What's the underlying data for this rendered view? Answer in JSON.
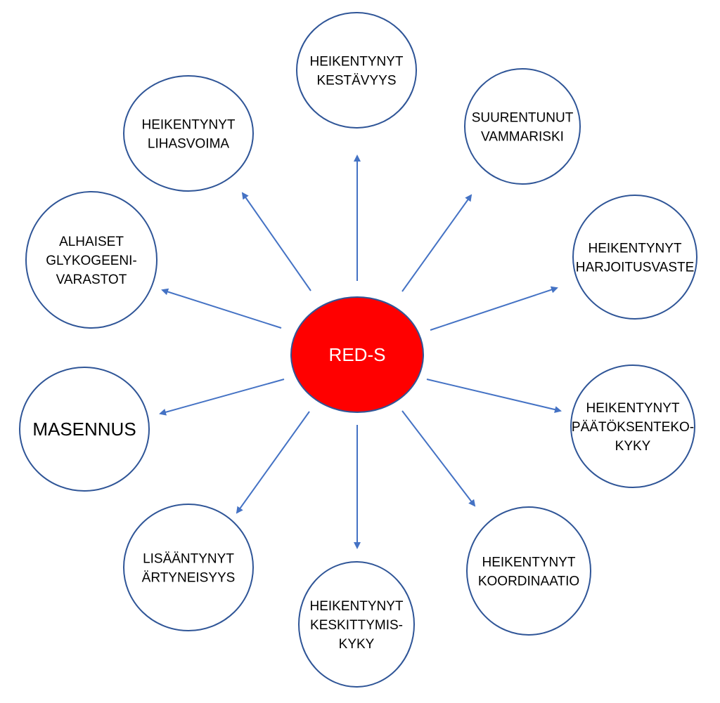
{
  "center": {
    "label": "RED-S",
    "fill_color": "#ff0000",
    "text_color": "#ffffff"
  },
  "colors": {
    "circle_stroke": "#2f5597",
    "arrow": "#4472c4"
  },
  "nodes": [
    {
      "id": "kestavyys",
      "lines": [
        "HEIKENTYNYT",
        "KESTÄVYYS"
      ]
    },
    {
      "id": "vammariski",
      "lines": [
        "SUURENTUNUT",
        "VAMMARISKI"
      ]
    },
    {
      "id": "harjoitusvaste",
      "lines": [
        "HEIKENTYNYT",
        "HARJOITUSVASTE"
      ]
    },
    {
      "id": "paatoksentekokyky",
      "lines": [
        "HEIKENTYNYT",
        "PÄÄTÖKSENTEKO-",
        "KYKY"
      ]
    },
    {
      "id": "koordinaatio",
      "lines": [
        "HEIKENTYNYT",
        "KOORDINAATIO"
      ]
    },
    {
      "id": "keskittymiskyky",
      "lines": [
        "HEIKENTYNYT",
        "KESKITTYMIS-",
        "KYKY"
      ]
    },
    {
      "id": "artyneisyys",
      "lines": [
        "LISÄÄNTYNYT",
        "ÄRTYNEISYYS"
      ]
    },
    {
      "id": "masennus",
      "lines": [
        "MASENNUS"
      ]
    },
    {
      "id": "glykogeenivarastot",
      "lines": [
        "ALHAISET",
        "GLYKOGEENI-",
        "VARASTOT"
      ]
    },
    {
      "id": "lihasvoima",
      "lines": [
        "HEIKENTYNYT",
        "LIHASVOIMA"
      ]
    }
  ]
}
